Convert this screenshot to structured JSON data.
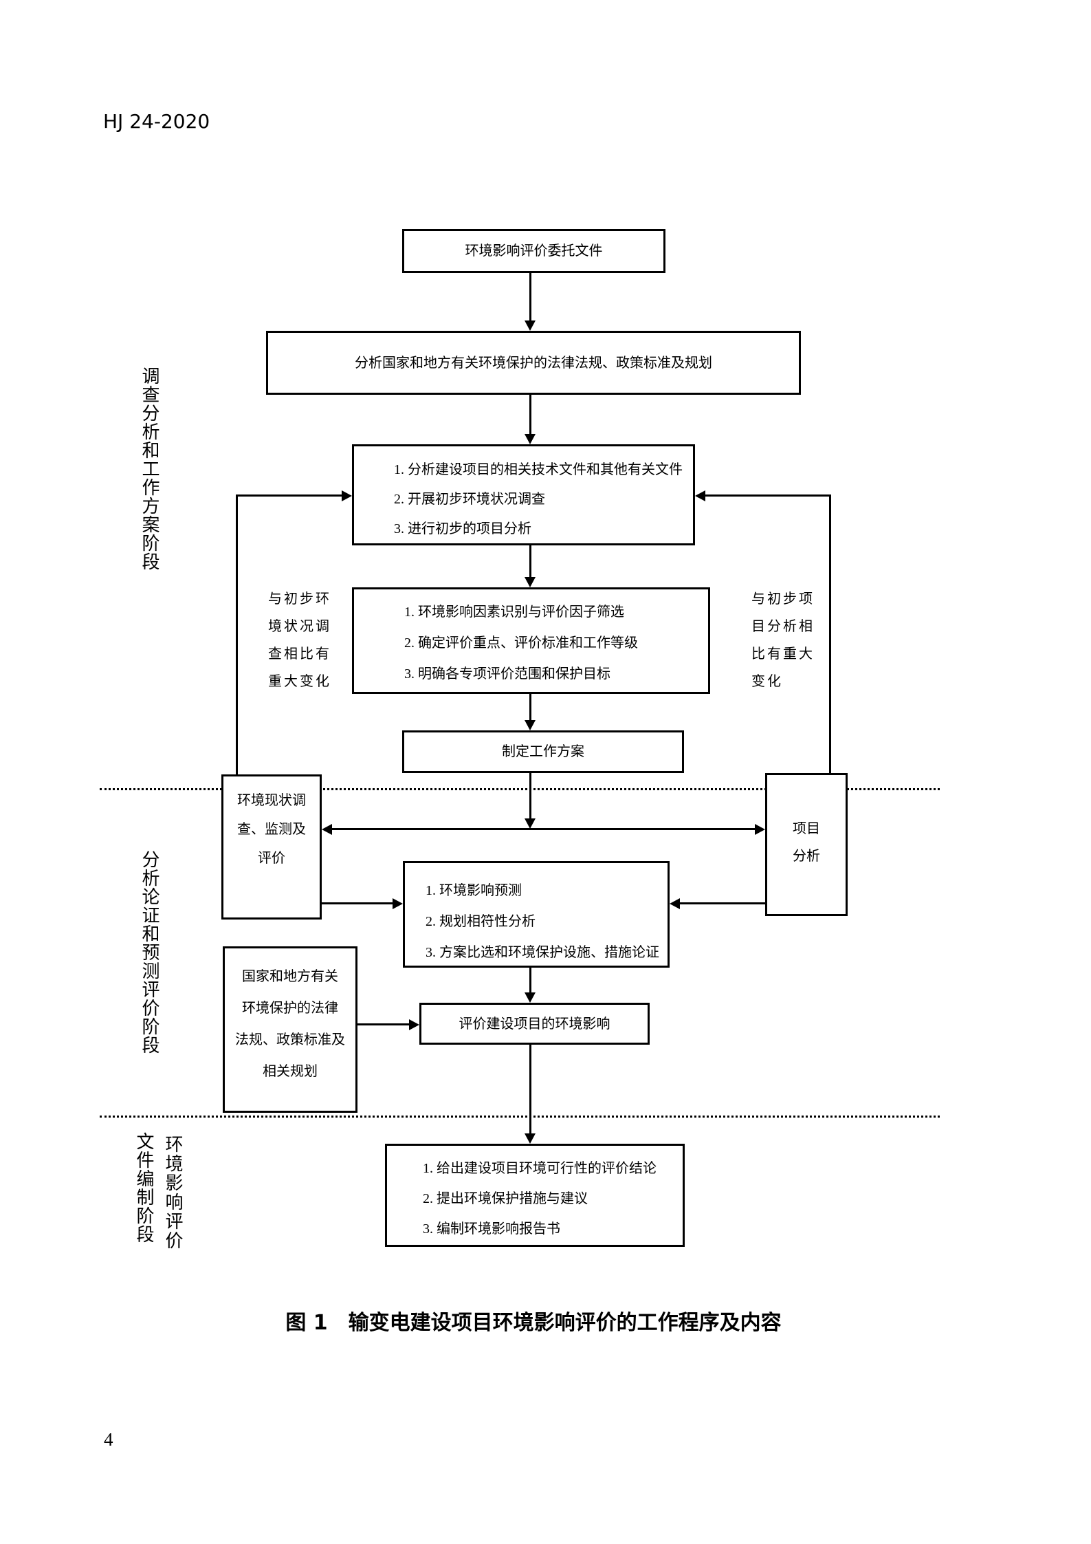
{
  "page": {
    "header": "HJ 24-2020",
    "page_number": "4",
    "caption": "图 1　输变电建设项目环境影响评价的工作程序及内容",
    "ink_color": "#000000",
    "background_color": "#ffffff"
  },
  "stage_labels": {
    "stage1": "调查分析和工作方案阶段",
    "stage2": "分析论证和预测评价阶段",
    "stage3_right_column": "环境影响评价",
    "stage3_left_column": "文件编制阶段"
  },
  "boxes": {
    "entrust_document": "环境影响评价委托文件",
    "analyze_laws": "分析国家和地方有关环境保护的法律法规、政策标准及规划",
    "preliminary_work": [
      "1. 分析建设项目的相关技术文件和其他有关文件",
      "2. 开展初步环境状况调查",
      "3. 进行初步的项目分析"
    ],
    "screening": [
      "1. 环境影响因素识别与评价因子筛选",
      "2. 确定评价重点、评价标准和工作等级",
      "3. 明确各专项评价范围和保护目标"
    ],
    "work_plan": "制定工作方案",
    "status_survey": [
      "环境现状调",
      "查、监测及",
      "评价"
    ],
    "project_analysis": [
      "项目",
      "分析"
    ],
    "prediction": [
      "1. 环境影响预测",
      "2. 规划相符性分析",
      "3. 方案比选和环境保护设施、措施论证"
    ],
    "laws_reference": [
      "国家和地方有关",
      "环境保护的法律",
      "法规、政策标准及",
      "相关规划"
    ],
    "evaluate_impact": "评价建设项目的环境影响",
    "conclusions": [
      "1. 给出建设项目环境可行性的评价结论",
      "2. 提出环境保护措施与建议",
      "3. 编制环境影响报告书"
    ]
  },
  "annotations": {
    "left_note": [
      "与初步环",
      "境状况调",
      "查相比有",
      "重大变化"
    ],
    "right_note": [
      "与初步项",
      "目分析相",
      "比有重大",
      "变化"
    ]
  }
}
